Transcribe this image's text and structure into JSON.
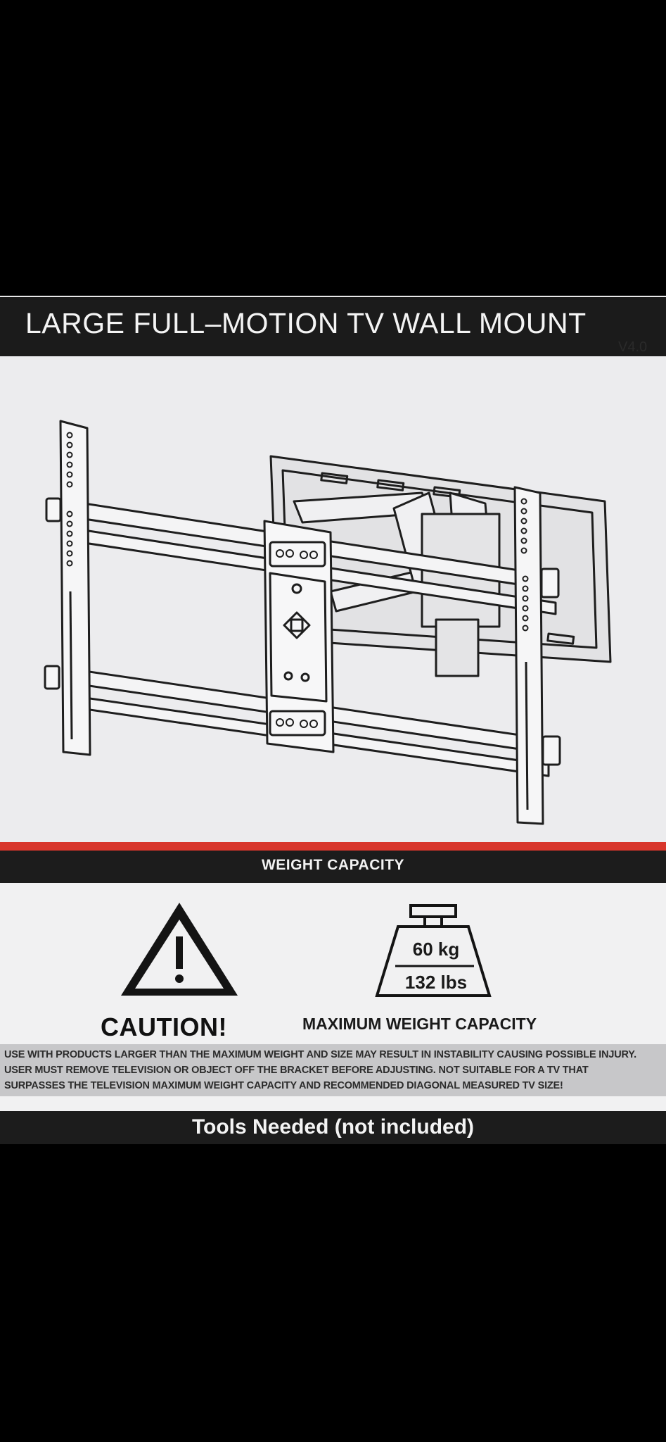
{
  "header": {
    "title": "LARGE FULL–MOTION TV WALL MOUNT",
    "version": "V4.0"
  },
  "weight": {
    "section_label": "WEIGHT CAPACITY",
    "caution_label": "CAUTION!",
    "max_label": "MAXIMUM WEIGHT CAPACITY",
    "kg_value": "60 kg",
    "lbs_value": "132 lbs"
  },
  "warning": {
    "line1": "USE WITH PRODUCTS LARGER THAN THE MAXIMUM WEIGHT AND SIZE MAY RESULT IN INSTABILITY CAUSING POSSIBLE INJURY.",
    "line2": "USER MUST REMOVE TELEVISION OR OBJECT OFF THE BRACKET BEFORE ADJUSTING.  NOT SUITABLE FOR A TV THAT",
    "line3": "SURPASSES THE TELEVISION MAXIMUM WEIGHT CAPACITY AND RECOMMENDED DIAGONAL MEASURED TV SIZE!"
  },
  "tools": {
    "label": "Tools Needed (not included)"
  },
  "colors": {
    "band": "#1c1c1c",
    "accent_red": "#d8362c",
    "paper": "#ececee"
  }
}
